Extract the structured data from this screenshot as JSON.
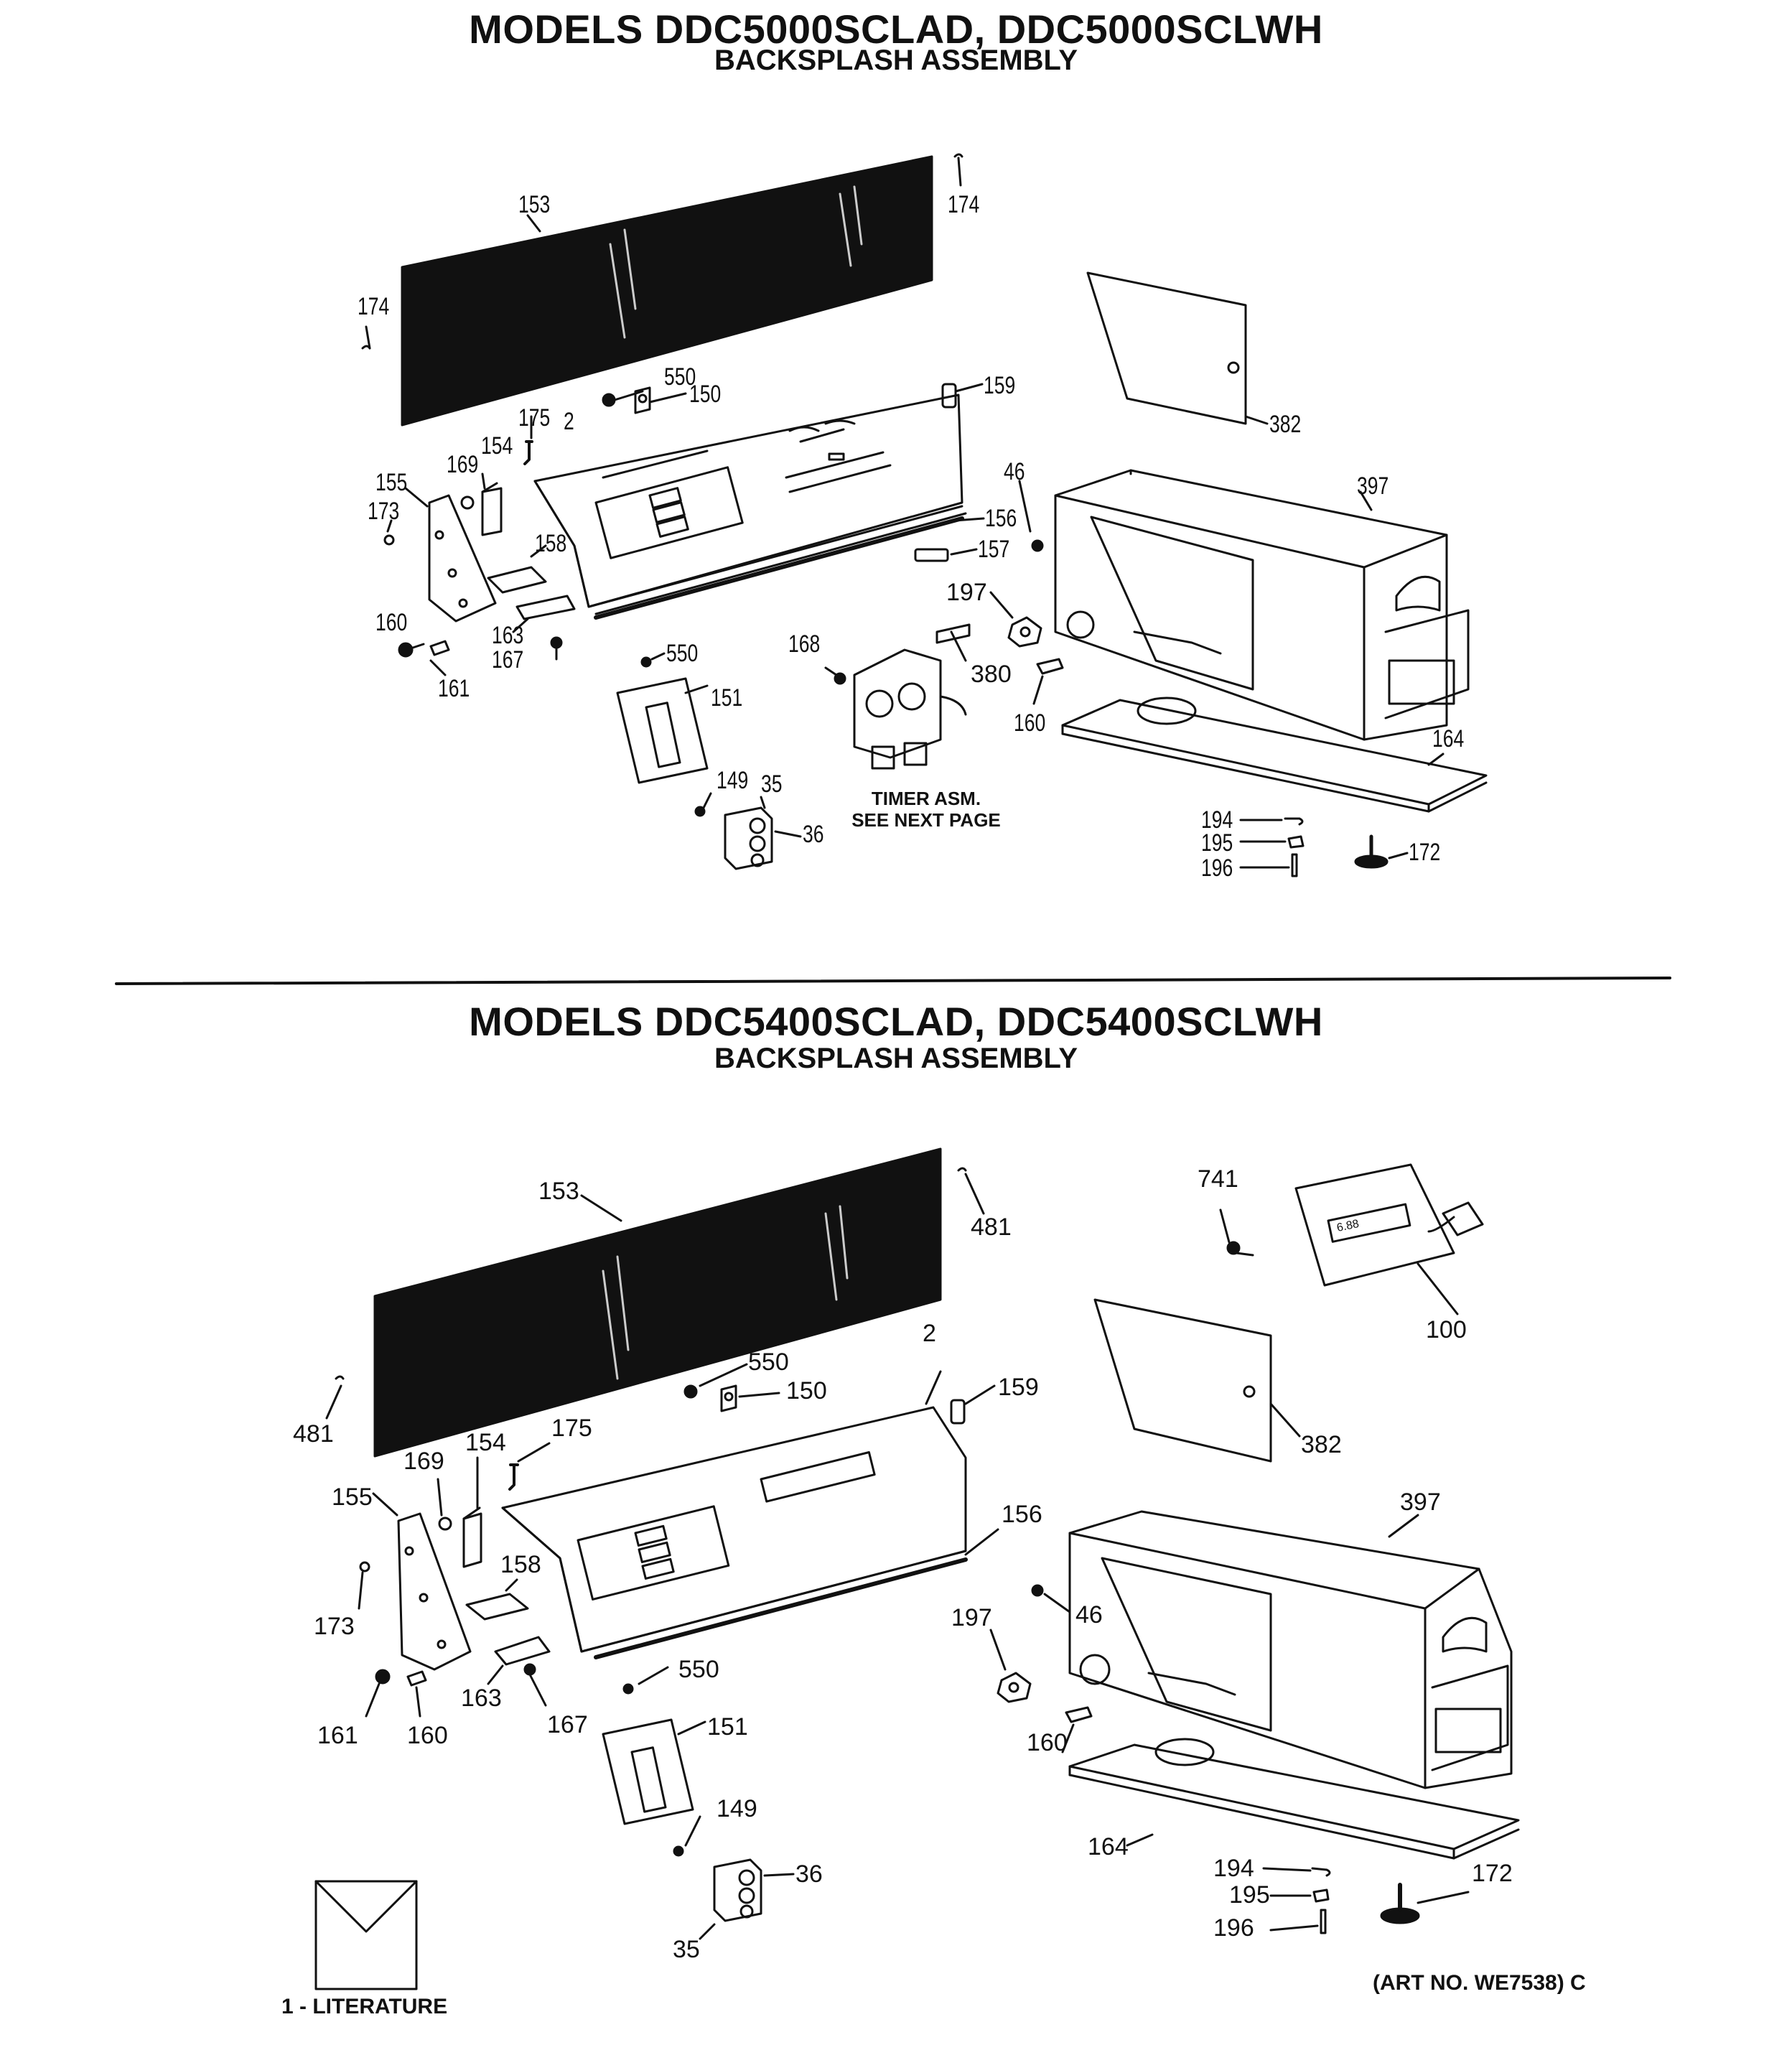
{
  "section1": {
    "title": "MODELS DDC5000SCLAD, DDC5000SCLWH",
    "subtitle": "BACKSPLASH ASSEMBLY",
    "labels": {
      "p153": "153",
      "p174a": "174",
      "p174b": "174",
      "p550a": "550",
      "p150": "150",
      "p159": "159",
      "p175": "175",
      "p2": "2",
      "p154": "154",
      "p169": "169",
      "p155": "155",
      "p173": "173",
      "p158": "158",
      "p156": "156",
      "p157": "157",
      "p46": "46",
      "p397": "397",
      "p382": "382",
      "p160a": "160",
      "p161": "161",
      "p163": "163",
      "p167": "167",
      "p550b": "550",
      "p151": "151",
      "p168": "168",
      "p197": "197",
      "p380": "380",
      "p160b": "160",
      "p164": "164",
      "p149": "149",
      "p35": "35",
      "p36": "36",
      "p194": "194",
      "p195": "195",
      "p196": "196",
      "p172": "172"
    },
    "timer_note_line1": "TIMER ASM.",
    "timer_note_line2": "SEE NEXT PAGE"
  },
  "section2": {
    "title": "MODELS DDC5400SCLAD, DDC5400SCLWH",
    "subtitle": "BACKSPLASH ASSEMBLY",
    "labels": {
      "p153": "153",
      "p481a": "481",
      "p481b": "481",
      "p741": "741",
      "p100": "100",
      "p550a": "550",
      "p150": "150",
      "p2": "2",
      "p159": "159",
      "p175": "175",
      "p154": "154",
      "p169": "169",
      "p155": "155",
      "p158": "158",
      "p156": "156",
      "p382": "382",
      "p397": "397",
      "p173": "173",
      "p46": "46",
      "p197": "197",
      "p163": "163",
      "p167": "167",
      "p161": "161",
      "p160a": "160",
      "p550b": "550",
      "p151": "151",
      "p160b": "160",
      "p164": "164",
      "p149": "149",
      "p36": "36",
      "p35": "35",
      "p194": "194",
      "p195": "195",
      "p196": "196",
      "p172": "172"
    },
    "literature": "1 - LITERATURE",
    "art_no": "(ART NO. WE7538) C",
    "display_text": "6.88"
  }
}
